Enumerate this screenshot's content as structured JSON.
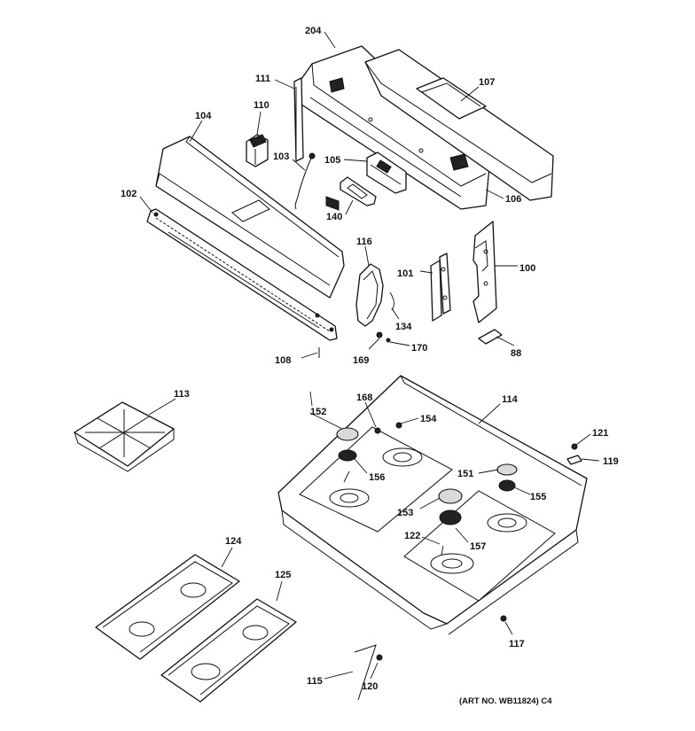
{
  "callouts": {
    "c204": "204",
    "c107": "107",
    "c111": "111",
    "c110": "110",
    "c104": "104",
    "c103": "103",
    "c105": "105",
    "c106": "106",
    "c102": "102",
    "c140": "140",
    "c116": "116",
    "c101": "101",
    "c100": "100",
    "c134": "134",
    "c170": "170",
    "c169": "169",
    "c108": "108",
    "c88": "88",
    "c113": "113",
    "c152": "152",
    "c168": "168",
    "c154": "154",
    "c114": "114",
    "c121": "121",
    "c119": "119",
    "c156": "156",
    "c151": "151",
    "c155": "155",
    "c153": "153",
    "c157": "157",
    "c122": "122",
    "c124": "124",
    "c125": "125",
    "c117": "117",
    "c115": "115",
    "c120": "120"
  },
  "art_number": "(ART NO. WB11824) C4"
}
